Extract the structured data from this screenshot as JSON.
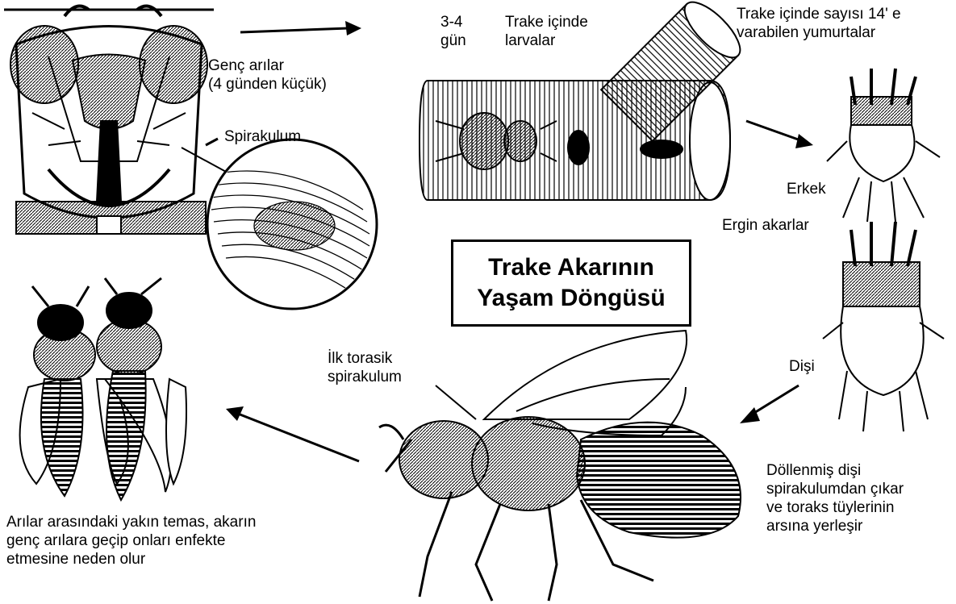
{
  "title": {
    "line1": "Trake Akarının",
    "line2": "Yaşam Döngüsü"
  },
  "labels": {
    "young_bees": [
      "Genç arılar",
      "(4 günden küçük)"
    ],
    "spiracle": "Spirakulum",
    "larvae_days": [
      "3-4",
      "gün"
    ],
    "larvae": [
      "Trake içinde",
      "larvalar"
    ],
    "eggs": [
      "Trake içinde sayısı 14' e",
      "varabilen yumurtalar"
    ],
    "male": "Erkek",
    "adult_mites": "Ergin akarlar",
    "female": "Dişi",
    "fertilized_female": [
      "Döllenmiş dişi",
      "spirakulumdan çıkar",
      "ve toraks tüylerinin",
      "arsına yerleşir"
    ],
    "first_thoracic_spiracle": [
      "İlk torasik",
      "spirakulum"
    ],
    "contact": [
      "Arılar arasındaki yakın temas, akarın",
      "genç arılara geçip onları enfekte",
      "etmesine neden olur"
    ]
  },
  "colors": {
    "ink": "#000000",
    "background": "#ffffff"
  }
}
